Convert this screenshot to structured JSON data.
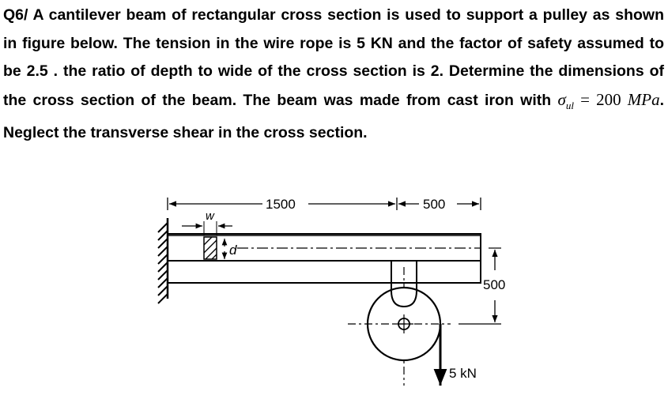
{
  "problem": {
    "text_before_math": "Q6/ A cantilever beam of rectangular cross section  is used to support a pulley as shown in figure below. The tension in the wire rope is 5 KN and the factor of safety assumed to be 2.5 . the ratio of depth to wide of the cross section is 2. Determine the dimensions of the cross section of the beam. The beam was made from cast iron with ",
    "math": {
      "symbol": "σ",
      "subscript": "ul",
      "equals": "=",
      "value": "200",
      "unit": "MPa"
    },
    "text_after_math": ". Neglect the transverse shear in the cross section."
  },
  "figure": {
    "dim_length_1": "1500",
    "dim_length_2": "500",
    "dim_width_label": "w",
    "dim_depth_label": "d",
    "dim_vertical": "500",
    "load_label": "5 kN"
  }
}
